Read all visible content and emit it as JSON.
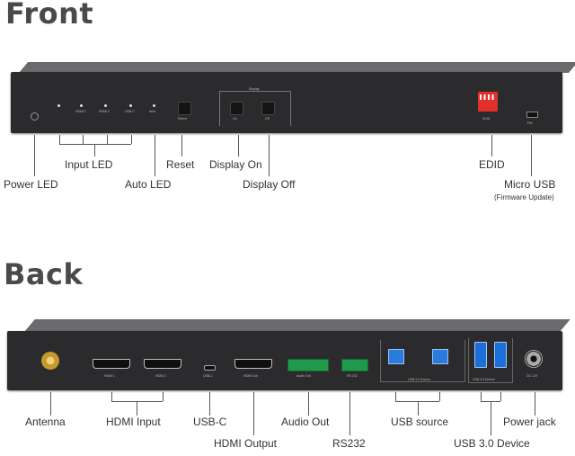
{
  "headings": {
    "front": "Front",
    "back": "Back"
  },
  "front": {
    "callouts": {
      "power_led": "Power LED",
      "input_led": "Input LED",
      "auto_led": "Auto LED",
      "reset": "Reset",
      "display_on": "Display On",
      "display_off": "Display Off",
      "edid": "EDID",
      "micro_usb": "Micro USB",
      "micro_usb_note": "(Firmware Update)"
    },
    "panel_print": {
      "hdmi1": "HDMI 1",
      "hdmi2": "HDMI 2",
      "usbc": "USB-C",
      "auto": "Auto",
      "select": "Select",
      "display": "Display",
      "on": "On",
      "off": "Off",
      "edid": "EDID",
      "fw": "FW"
    }
  },
  "back": {
    "callouts": {
      "antenna": "Antenna",
      "hdmi_input": "HDMI Input",
      "usb_c": "USB-C",
      "hdmi_output": "HDMI Output",
      "audio_out": "Audio Out",
      "rs232": "RS232",
      "usb_source": "USB source",
      "usb_device": "USB 3.0 Device",
      "power_jack": "Power jack"
    },
    "panel_print": {
      "hdmi1": "HDMI 1",
      "hdmi2": "HDMI 2",
      "usbc": "USB-C",
      "hdmi_out": "HDMI Out",
      "audio_out": "Audio Out",
      "rs232": "RS 232",
      "usb_source": "USB 3.0 Source",
      "usb_device": "USB 3.0 Device",
      "dc": "DC 12V"
    }
  },
  "colors": {
    "panel": "#2b2b2d",
    "usb_blue": "#1c6fd8",
    "terminal_green": "#1f9a4c",
    "dip_red": "#e0302b"
  }
}
